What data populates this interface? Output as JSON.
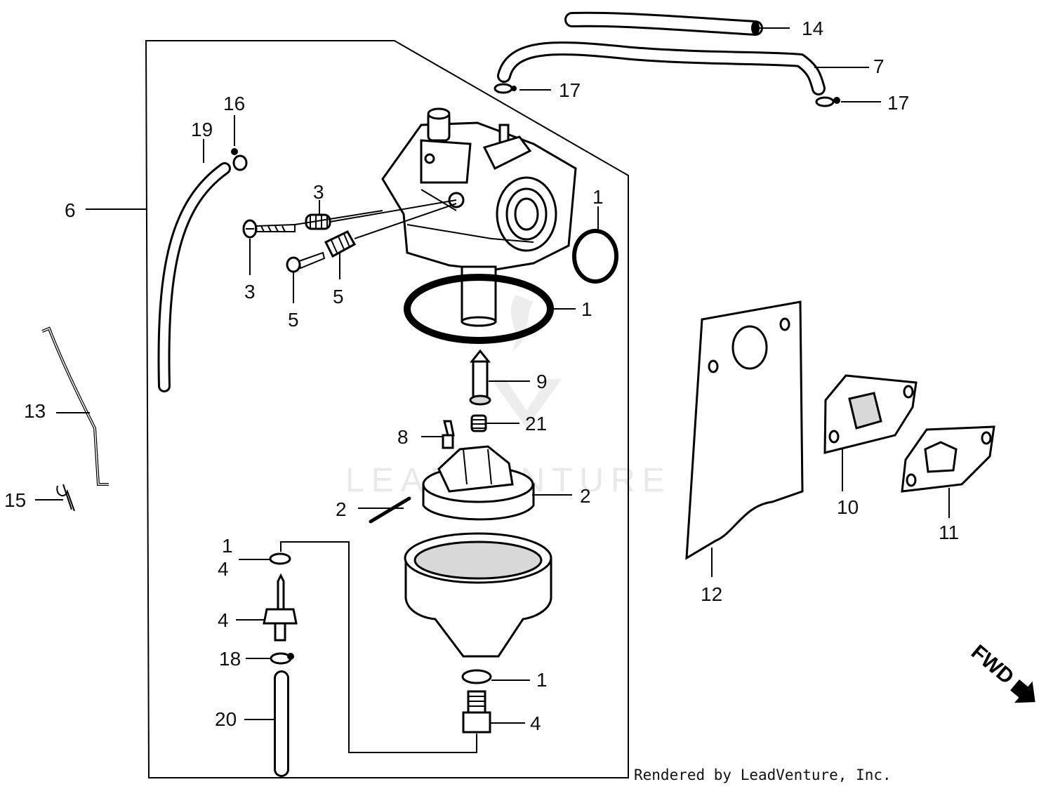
{
  "diagram": {
    "watermark": "LEADVENTURE",
    "credit": "Rendered by LeadVenture, Inc.",
    "fwd_label": "FWD",
    "callouts": [
      {
        "id": "c14",
        "label": "14"
      },
      {
        "id": "c7",
        "label": "7"
      },
      {
        "id": "c17a",
        "label": "17"
      },
      {
        "id": "c17b",
        "label": "17"
      },
      {
        "id": "c16",
        "label": "16"
      },
      {
        "id": "c19",
        "label": "19"
      },
      {
        "id": "c6",
        "label": "6"
      },
      {
        "id": "c3a",
        "label": "3"
      },
      {
        "id": "c3b",
        "label": "3"
      },
      {
        "id": "c5a",
        "label": "5"
      },
      {
        "id": "c5b",
        "label": "5"
      },
      {
        "id": "c1a",
        "label": "1"
      },
      {
        "id": "c1b",
        "label": "1"
      },
      {
        "id": "c9",
        "label": "9"
      },
      {
        "id": "c21",
        "label": "21"
      },
      {
        "id": "c8",
        "label": "8"
      },
      {
        "id": "c2a",
        "label": "2"
      },
      {
        "id": "c2b",
        "label": "2"
      },
      {
        "id": "c13",
        "label": "13"
      },
      {
        "id": "c15",
        "label": "15"
      },
      {
        "id": "c1c",
        "label": "1"
      },
      {
        "id": "c4a",
        "label": "4"
      },
      {
        "id": "c4b",
        "label": "4"
      },
      {
        "id": "c18",
        "label": "18"
      },
      {
        "id": "c20",
        "label": "20"
      },
      {
        "id": "c1d",
        "label": "1"
      },
      {
        "id": "c4c",
        "label": "4"
      },
      {
        "id": "c10",
        "label": "10"
      },
      {
        "id": "c11",
        "label": "11"
      },
      {
        "id": "c12",
        "label": "12"
      }
    ]
  }
}
